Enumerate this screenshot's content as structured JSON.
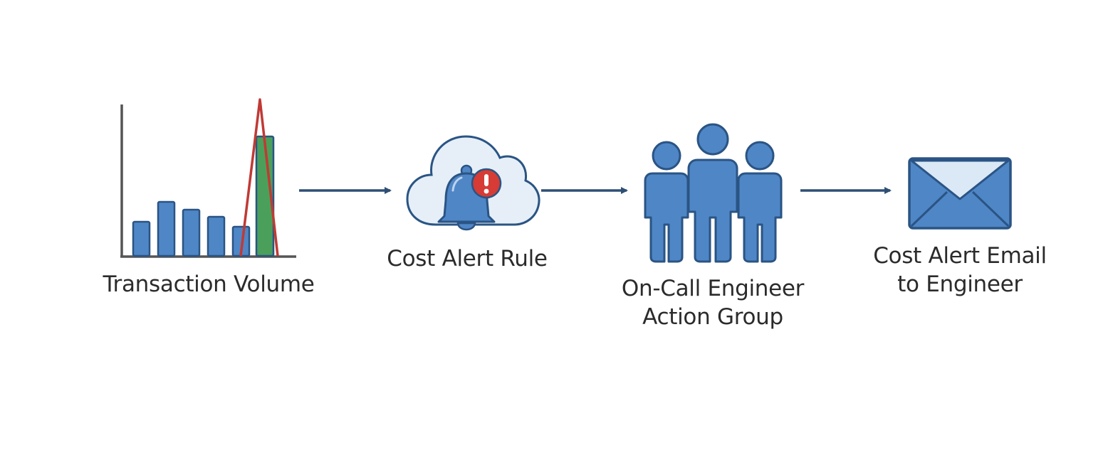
{
  "nodes": {
    "transaction_volume": {
      "label": "Transaction Volume",
      "icon": "bar-chart-spike-icon"
    },
    "cost_alert_rule": {
      "label": "Cost Alert Rule",
      "icon": "cloud-alert-bell-icon"
    },
    "action_group": {
      "label_lines": [
        "On-Call Engineer",
        "Action Group"
      ],
      "icon": "people-group-icon"
    },
    "alert_email": {
      "label_lines": [
        "Cost Alert Email",
        "to Engineer"
      ],
      "icon": "envelope-icon"
    }
  },
  "edges": [
    {
      "from": "transaction_volume",
      "to": "cost_alert_rule"
    },
    {
      "from": "cost_alert_rule",
      "to": "action_group"
    },
    {
      "from": "action_group",
      "to": "alert_email"
    }
  ],
  "colors": {
    "primary_blue": "#4f86c6",
    "outline_blue": "#2a5484",
    "arrow": "#2f4f75",
    "spike_line": "#c03a35",
    "spike_bar": "#4aa05a",
    "alert_badge": "#d63b35",
    "cloud_fill": "#e6eff7",
    "axis": "#555555",
    "text": "#2b2b2b"
  }
}
